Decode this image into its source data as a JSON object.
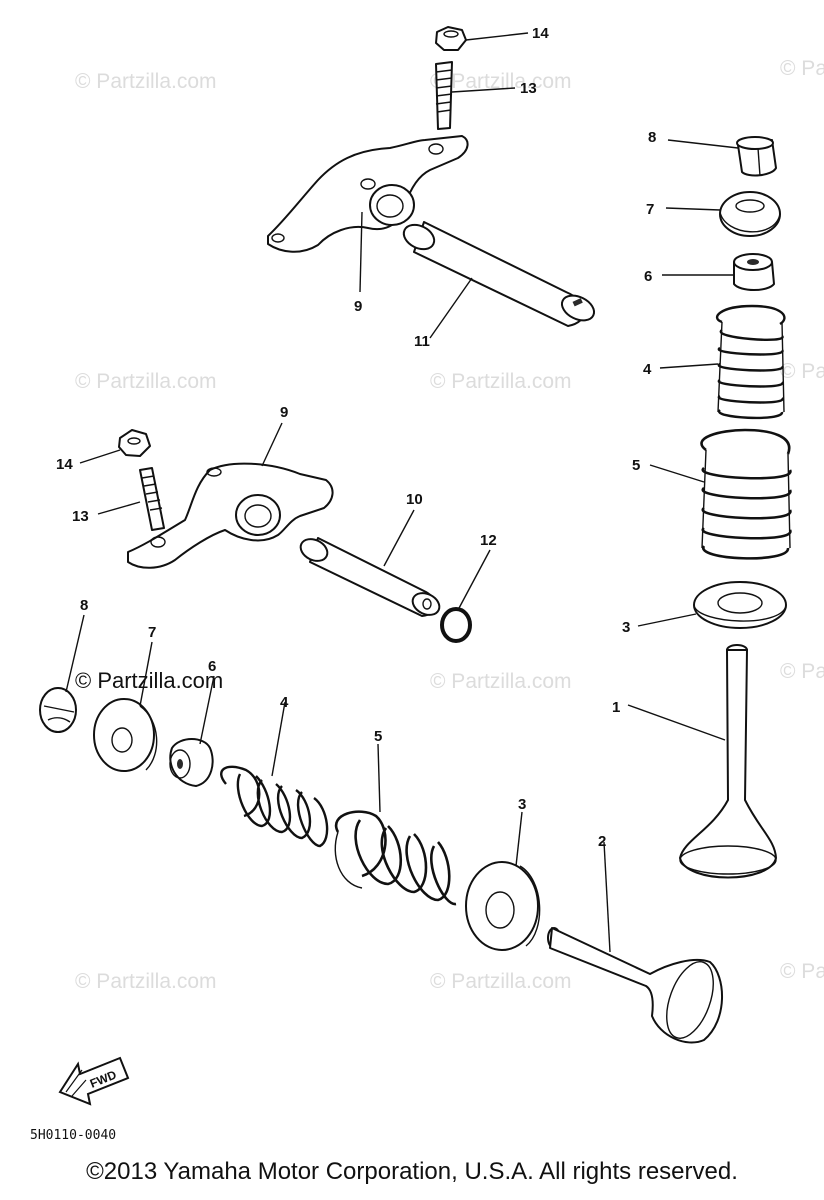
{
  "watermark_text": "© Partzilla.com",
  "diagram_code": "5H0110-0040",
  "fwd_label": "FWD",
  "copyright": "©2013 Yamaha Motor Corporation, U.S.A. All rights reserved.",
  "callouts": [
    "1",
    "2",
    "3",
    "3",
    "4",
    "4",
    "5",
    "5",
    "6",
    "6",
    "7",
    "7",
    "8",
    "8",
    "9",
    "9",
    "10",
    "11",
    "12",
    "13",
    "13",
    "14",
    "14"
  ]
}
